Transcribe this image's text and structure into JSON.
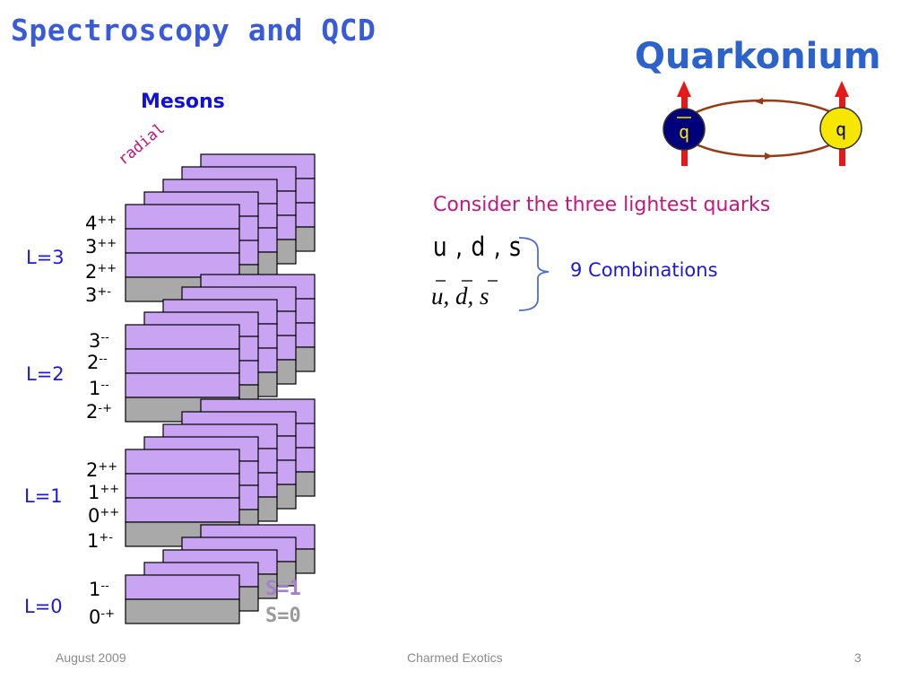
{
  "slide": {
    "title": "Spectroscopy and QCD",
    "quarkonium_heading": "Quarkonium",
    "mesons_heading": "Mesons",
    "radial_label": "radial"
  },
  "levels": [
    {
      "label": "L=3",
      "states": [
        {
          "j": "4",
          "pc": "++"
        },
        {
          "j": "3",
          "pc": "++"
        },
        {
          "j": "2",
          "pc": "++"
        },
        {
          "j": "3",
          "pc": "+-"
        }
      ]
    },
    {
      "label": "L=2",
      "states": [
        {
          "j": "3",
          "pc": "--"
        },
        {
          "j": "2",
          "pc": "--"
        },
        {
          "j": "1",
          "pc": "--"
        },
        {
          "j": "2",
          "pc": "-+"
        }
      ]
    },
    {
      "label": "L=1",
      "states": [
        {
          "j": "2",
          "pc": "++"
        },
        {
          "j": "1",
          "pc": "++"
        },
        {
          "j": "0",
          "pc": "++"
        },
        {
          "j": "1",
          "pc": "+-"
        }
      ]
    },
    {
      "label": "L=0",
      "states": [
        {
          "j": "1",
          "pc": "--"
        },
        {
          "j": "0",
          "pc": "-+"
        }
      ]
    }
  ],
  "spin_legend": {
    "s1": "S=1",
    "s0": "S=0"
  },
  "quarkonium_diagram": {
    "antiquark_label": "q",
    "quark_label": "q",
    "antiquark_color": "#00007a",
    "quark_color": "#f7e600",
    "orbit_color": "#9a3a12",
    "spin_arrow_color": "#e41a1a"
  },
  "text": {
    "consider": "Consider the three lightest quarks",
    "quarks": "u , d , s",
    "antiquarks": "u, d, s",
    "combinations": "9 Combinations"
  },
  "footer": {
    "date": "August 2009",
    "center": "Charmed Exotics",
    "page": "3"
  },
  "colors": {
    "spin1_bar": "#c8a4f2",
    "spin0_bar": "#a9a9a9",
    "title_blue": "#3a5bd9",
    "label_blue": "#1a1ad8",
    "magenta": "#c8157c"
  }
}
